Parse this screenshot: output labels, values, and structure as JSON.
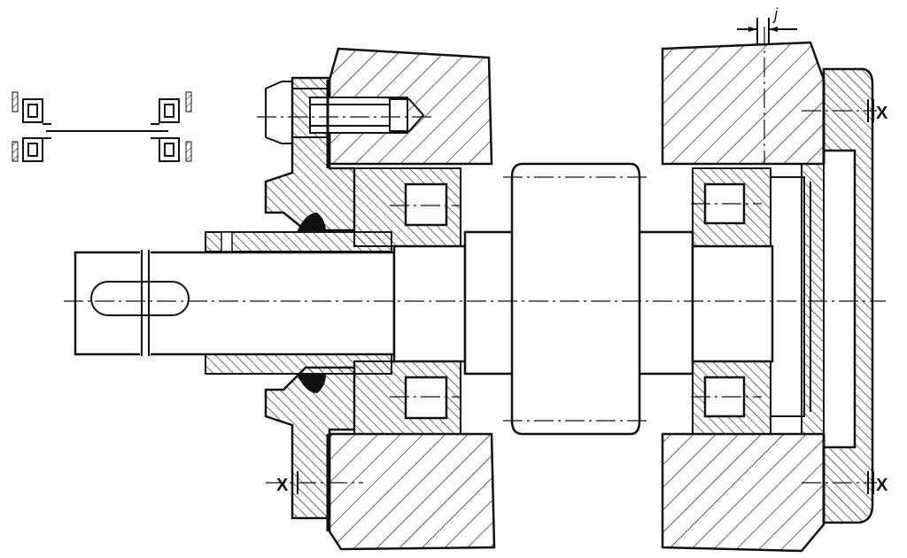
{
  "drawing": {
    "dimension_label": "j",
    "section_marks": {
      "top_right": "X",
      "bottom_right": "X",
      "bottom_left": "X"
    }
  },
  "colors": {
    "ink": "#111111",
    "paper": "#ffffff"
  }
}
